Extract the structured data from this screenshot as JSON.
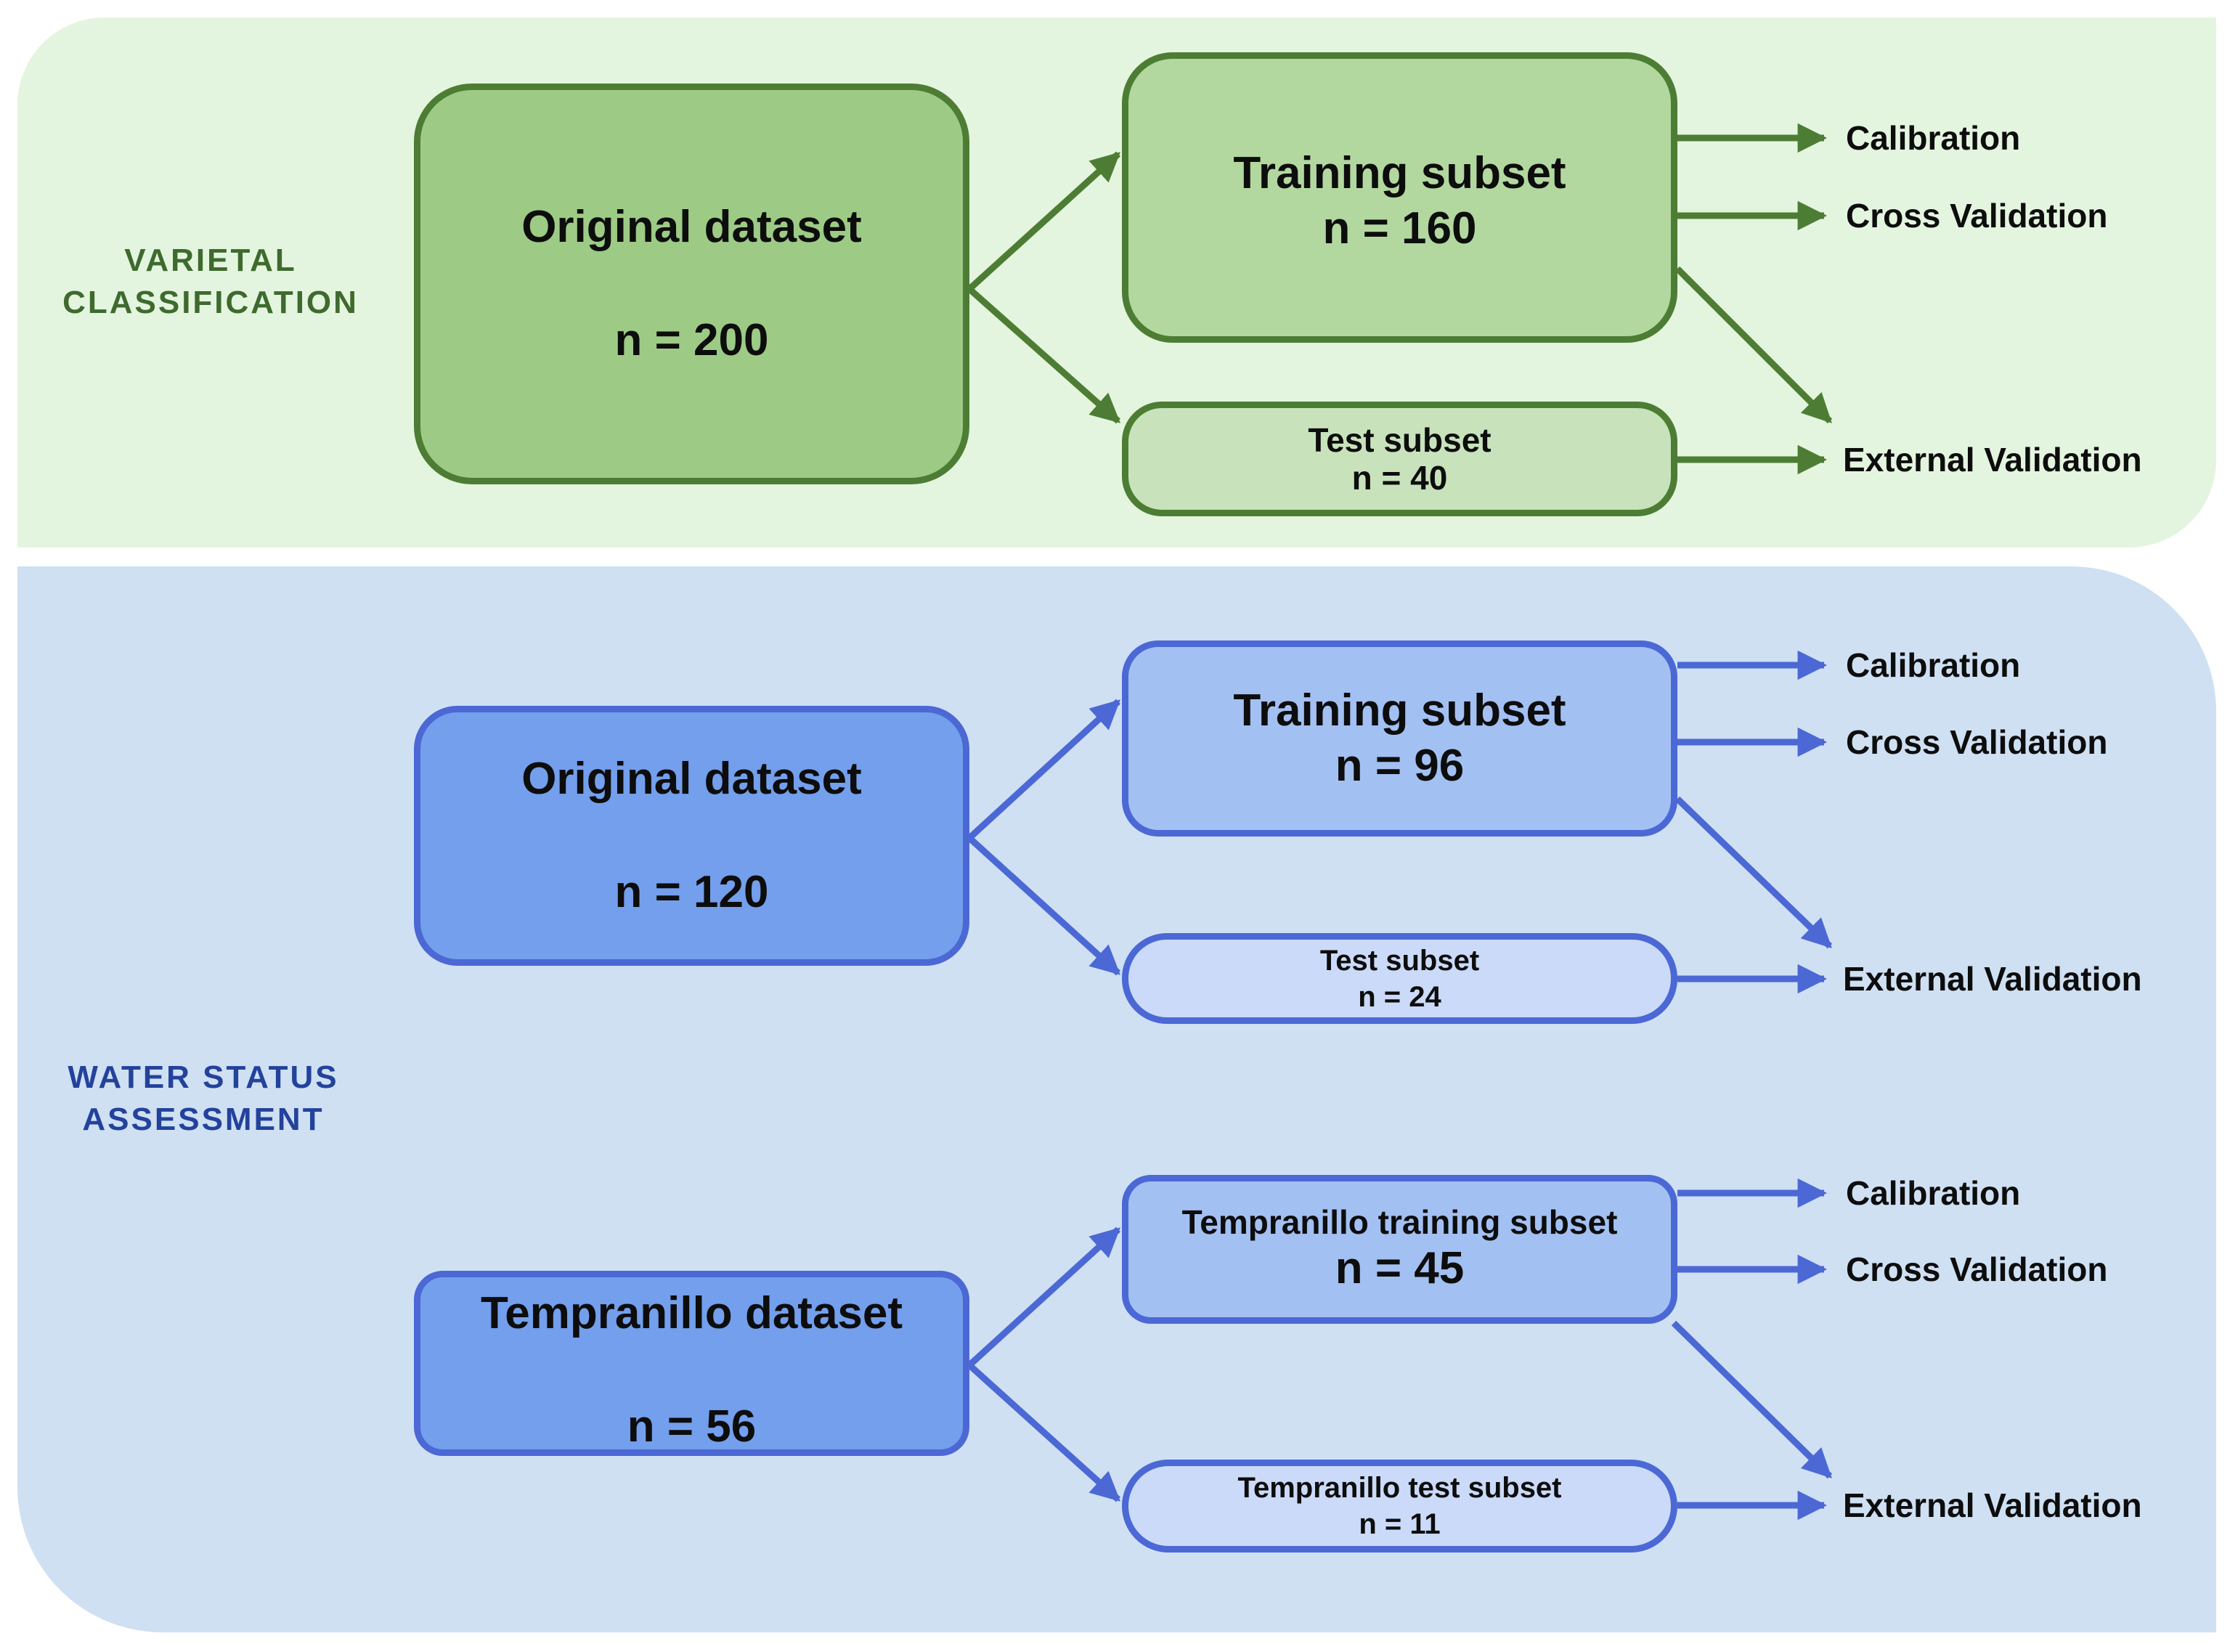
{
  "panels": {
    "varietal": {
      "label_line1": "VARIETAL",
      "label_line2": "CLASSIFICATION",
      "color": "#3e6a2e",
      "original": {
        "title": "Original dataset",
        "n": "n = 200"
      },
      "training": {
        "title": "Training subset",
        "n": "n = 160"
      },
      "test": {
        "title": "Test subset",
        "n": "n = 40"
      },
      "outputs": {
        "calibration": "Calibration",
        "cross_validation": "Cross Validation",
        "external_validation": "External Validation"
      }
    },
    "water": {
      "label_line1": "WATER STATUS",
      "label_line2": "ASSESSMENT",
      "color": "#23429c",
      "group1": {
        "original": {
          "title": "Original dataset",
          "n": "n = 120"
        },
        "training": {
          "title": "Training subset",
          "n": "n = 96"
        },
        "test": {
          "title": "Test subset",
          "n": "n = 24"
        },
        "outputs": {
          "calibration": "Calibration",
          "cross_validation": "Cross Validation",
          "external_validation": "External Validation"
        }
      },
      "group2": {
        "original": {
          "title": "Tempranillo dataset",
          "n": "n = 56"
        },
        "training": {
          "title": "Tempranillo training subset",
          "n": "n = 45"
        },
        "test": {
          "title": "Tempranillo test subset",
          "n": "n = 11"
        },
        "outputs": {
          "calibration": "Calibration",
          "cross_validation": "Cross Validation",
          "external_validation": "External Validation"
        }
      }
    }
  },
  "colors": {
    "green_arrow": "#4d7d34",
    "blue_arrow": "#4b68d5",
    "green_bg": "#e4f5df",
    "blue_bg": "#cfe0f3"
  }
}
